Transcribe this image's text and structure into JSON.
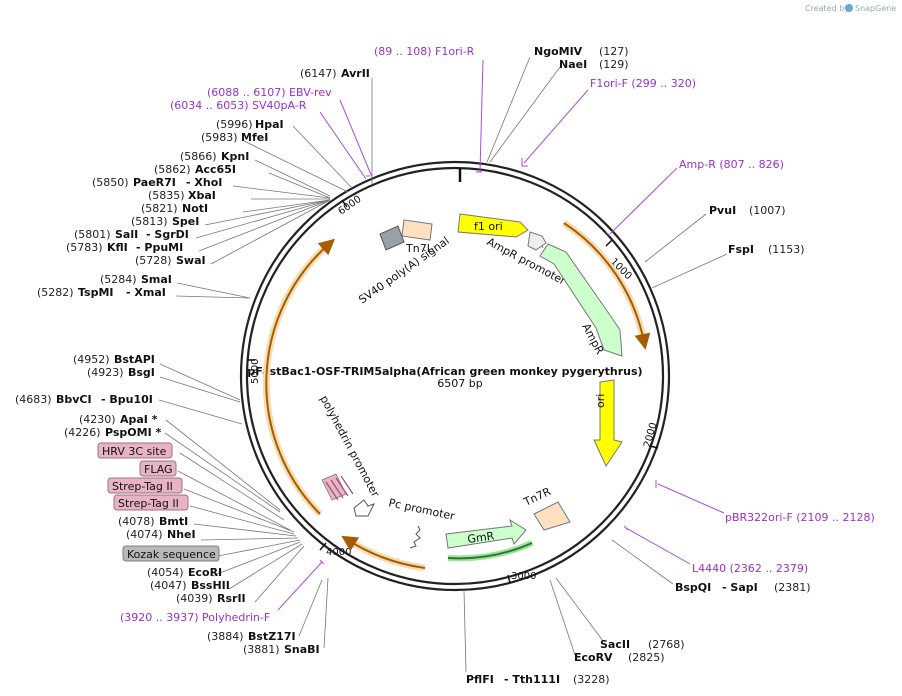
{
  "credit": "Created by",
  "brand": "SnapGene",
  "plasmid": {
    "name": "pFastBac1-OSF-TRIM5alpha(African green monkey pygerythrus)",
    "length": "6507 bp"
  },
  "ticks": [
    "1000",
    "2000",
    "3000",
    "4000",
    "5000",
    "6000"
  ],
  "enzymes": [
    {
      "pos": "(6147)",
      "name": "AvrII"
    },
    {
      "pos": "(127)",
      "name": "NgoMIV"
    },
    {
      "pos": "(129)",
      "name": "NaeI"
    },
    {
      "pos": "(1007)",
      "name": "PvuI"
    },
    {
      "pos": "(1153)",
      "name": "FspI"
    },
    {
      "pos": "(5996)",
      "name": "HpaI"
    },
    {
      "pos": "(5983)",
      "name": "MfeI"
    },
    {
      "pos": "(5866)",
      "name": "KpnI"
    },
    {
      "pos": "(5862)",
      "name": "Acc65I"
    },
    {
      "pos": "(5850)",
      "name": "PaeR7I",
      "name2": "XhoI"
    },
    {
      "pos": "(5835)",
      "name": "XbaI"
    },
    {
      "pos": "(5821)",
      "name": "NotI"
    },
    {
      "pos": "(5813)",
      "name": "SpeI"
    },
    {
      "pos": "(5801)",
      "name": "SalI",
      "name2": "SgrDI"
    },
    {
      "pos": "(5783)",
      "name": "KflI",
      "name2": "PpuMI"
    },
    {
      "pos": "(5728)",
      "name": "SwaI"
    },
    {
      "pos": "(5284)",
      "name": "SmaI"
    },
    {
      "pos": "(5282)",
      "name": "TspMI",
      "name2": "XmaI"
    },
    {
      "pos": "(4952)",
      "name": "BstAPI"
    },
    {
      "pos": "(4923)",
      "name": "BsgI"
    },
    {
      "pos": "(4683)",
      "name": "BbvCI",
      "name2": "Bpu10I"
    },
    {
      "pos": "(4230)",
      "name": "ApaI *"
    },
    {
      "pos": "(4226)",
      "name": "PspOMI *"
    },
    {
      "pos": "(4078)",
      "name": "BmtI"
    },
    {
      "pos": "(4074)",
      "name": "NheI"
    },
    {
      "pos": "(4054)",
      "name": "EcoRI"
    },
    {
      "pos": "(4047)",
      "name": "BssHII"
    },
    {
      "pos": "(4039)",
      "name": "RsrII"
    },
    {
      "pos": "(3884)",
      "name": "BstZ17I"
    },
    {
      "pos": "(3881)",
      "name": "SnaBI"
    },
    {
      "pos": "(3228)",
      "name": "PflFI",
      "name2": "Tth111I"
    },
    {
      "pos": "(2768)",
      "name": "SacII"
    },
    {
      "pos": "(2825)",
      "name": "EcoRV"
    },
    {
      "pos": "(2381)",
      "name": "BspQI",
      "name2": "SapI"
    }
  ],
  "primers": [
    {
      "label": "(89 .. 108)  F1ori-R"
    },
    {
      "label": "F1ori-F   (299 .. 320)"
    },
    {
      "label": "(6088 .. 6107)  EBV-rev"
    },
    {
      "label": "(6034 .. 6053)  SV40pA-R"
    },
    {
      "label": "Amp-R    (807 .. 826)"
    },
    {
      "label": "pBR322ori-F    (2109 .. 2128)"
    },
    {
      "label": "L4440    (2362 .. 2379)"
    },
    {
      "label": "(3920 .. 3937)  Polyhedrin-F"
    }
  ],
  "tags": [
    "HRV 3C site",
    "FLAG",
    "Strep-Tag II",
    "Strep-Tag II",
    "Kozak sequence"
  ],
  "features": {
    "f1_ori": "f1 ori",
    "ampr_promoter": "AmpR promoter",
    "ampr": "AmpR",
    "ori": "ori",
    "tn7r": "Tn7R",
    "gmr": "GmR",
    "pc_promoter": "Pc promoter",
    "polyhedrin_promoter": "polyhedrin promoter",
    "sv40": "SV40 poly(A) signal",
    "tn7l": "Tn7L"
  },
  "colors": {
    "primer": "#9a30c9",
    "f1_ori": "#ffff00",
    "ampr": "#ccffcc",
    "tn7": "#ffe0c0",
    "sv40": "#9aa0a8",
    "orf_arrow": "#f5a623",
    "tag_bg": "#e8b4c4",
    "kozak_bg": "#b8b8b8"
  }
}
